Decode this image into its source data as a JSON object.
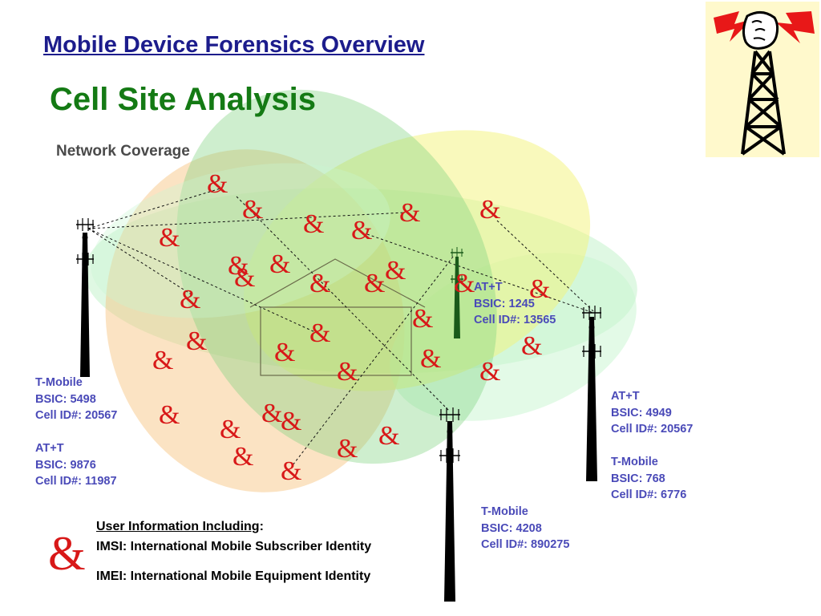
{
  "header": {
    "title": "Mobile Device Forensics Overview",
    "subtitle": "Cell Site Analysis",
    "coverage_label": "Network Coverage"
  },
  "colors": {
    "title": "#1c1c8c",
    "subtitle": "#147a14",
    "ampersand": "#d81818",
    "tower_label": "#4a4ab8",
    "coverage_green": "#7fd27f",
    "coverage_yellow": "#f4f47a",
    "coverage_orange": "#f6c07a",
    "coverage_light_green": "#b8f0c0",
    "logo_background": "#fff9cc"
  },
  "device_symbol": "&",
  "towers": {
    "left": {
      "lines": [
        "T-Mobile",
        "BSIC: 5498",
        "Cell ID#: 20567",
        "",
        "AT+T",
        "BSIC: 9876",
        "Cell ID#: 11987"
      ]
    },
    "center": {
      "lines": [
        "AT+T",
        "BSIC: 1245",
        "Cell ID#: 13565"
      ]
    },
    "right": {
      "lines": [
        "AT+T",
        "BSIC: 4949",
        "Cell ID#: 20567",
        "",
        "T-Mobile",
        "BSIC: 768",
        "Cell ID#: 6776"
      ]
    },
    "bottom": {
      "lines": [
        "T-Mobile",
        "BSIC: 4208",
        "Cell ID#: 890275"
      ]
    }
  },
  "legend": {
    "symbol": "&",
    "heading": "User Information Including",
    "heading_suffix": ":",
    "imsi": "IMSI: International Mobile Subscriber Identity",
    "imei": "IMEI: International Mobile Equipment Identity"
  },
  "logo": {
    "icon": "fist-lightning-tower-icon"
  }
}
